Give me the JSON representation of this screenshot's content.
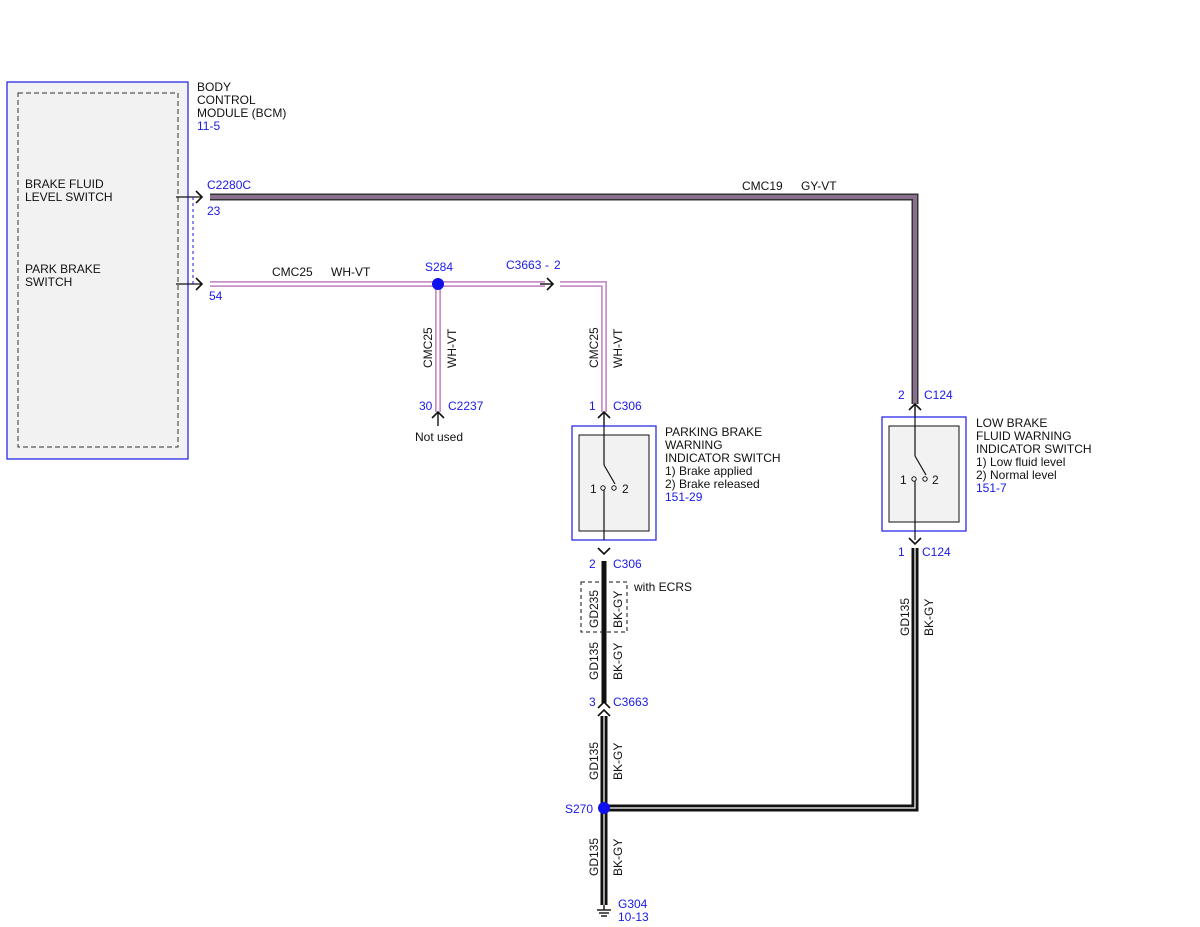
{
  "colors": {
    "connector_blue": "#1a1ae6",
    "module_fill": "#f2f2f2",
    "wire_gy_vt": "#8a6f8e",
    "wire_wh_vt": "#ffffff",
    "wire_wh_vt_edge": "#c98fc9",
    "wire_bk_gy": "#111111",
    "splice_dot": "#1010ee"
  },
  "bcm": {
    "name_lines": [
      "BODY",
      "CONTROL",
      "MODULE (BCM)"
    ],
    "ref": "11-5",
    "brake_fluid_lines": [
      "BRAKE FLUID",
      "LEVEL SWITCH"
    ],
    "park_brake_lines": [
      "PARK BRAKE",
      "SWITCH"
    ],
    "connector": "C2280C",
    "pin_fluid": "23",
    "pin_park": "54"
  },
  "wires": {
    "cmc19": {
      "circuit": "CMC19",
      "color": "GY-VT"
    },
    "cmc25": {
      "circuit": "CMC25",
      "color": "WH-VT"
    },
    "gd235": {
      "circuit": "GD235",
      "color": "BK-GY"
    },
    "gd135": {
      "circuit": "GD135",
      "color": "BK-GY"
    }
  },
  "splices": {
    "s284": "S284",
    "s270": "S270"
  },
  "inline_connector": {
    "name": "C3663",
    "separator": "-",
    "pin": "2"
  },
  "unused_connector": {
    "pin": "30",
    "name": "C2237",
    "note": "Not used"
  },
  "parking_switch": {
    "lines": [
      "PARKING BRAKE",
      "WARNING",
      "INDICATOR SWITCH",
      "1) Brake applied",
      "2) Brake released"
    ],
    "ref": "151-29",
    "top_pin": "1",
    "top_connector": "C306",
    "bottom_pin": "2",
    "bottom_connector": "C306",
    "contact_1": "1",
    "contact_2": "2"
  },
  "low_fluid_switch": {
    "lines": [
      "LOW BRAKE",
      "FLUID WARNING",
      "INDICATOR SWITCH",
      "1) Low fluid level",
      "2) Normal level"
    ],
    "ref": "151-7",
    "top_pin": "2",
    "top_connector": "C124",
    "bottom_pin": "1",
    "bottom_connector": "C124",
    "contact_1": "1",
    "contact_2": "2"
  },
  "option_note": "with ECRS",
  "c3663_lower": {
    "pin": "3",
    "name": "C3663"
  },
  "ground": {
    "name": "G304",
    "ref": "10-13"
  }
}
